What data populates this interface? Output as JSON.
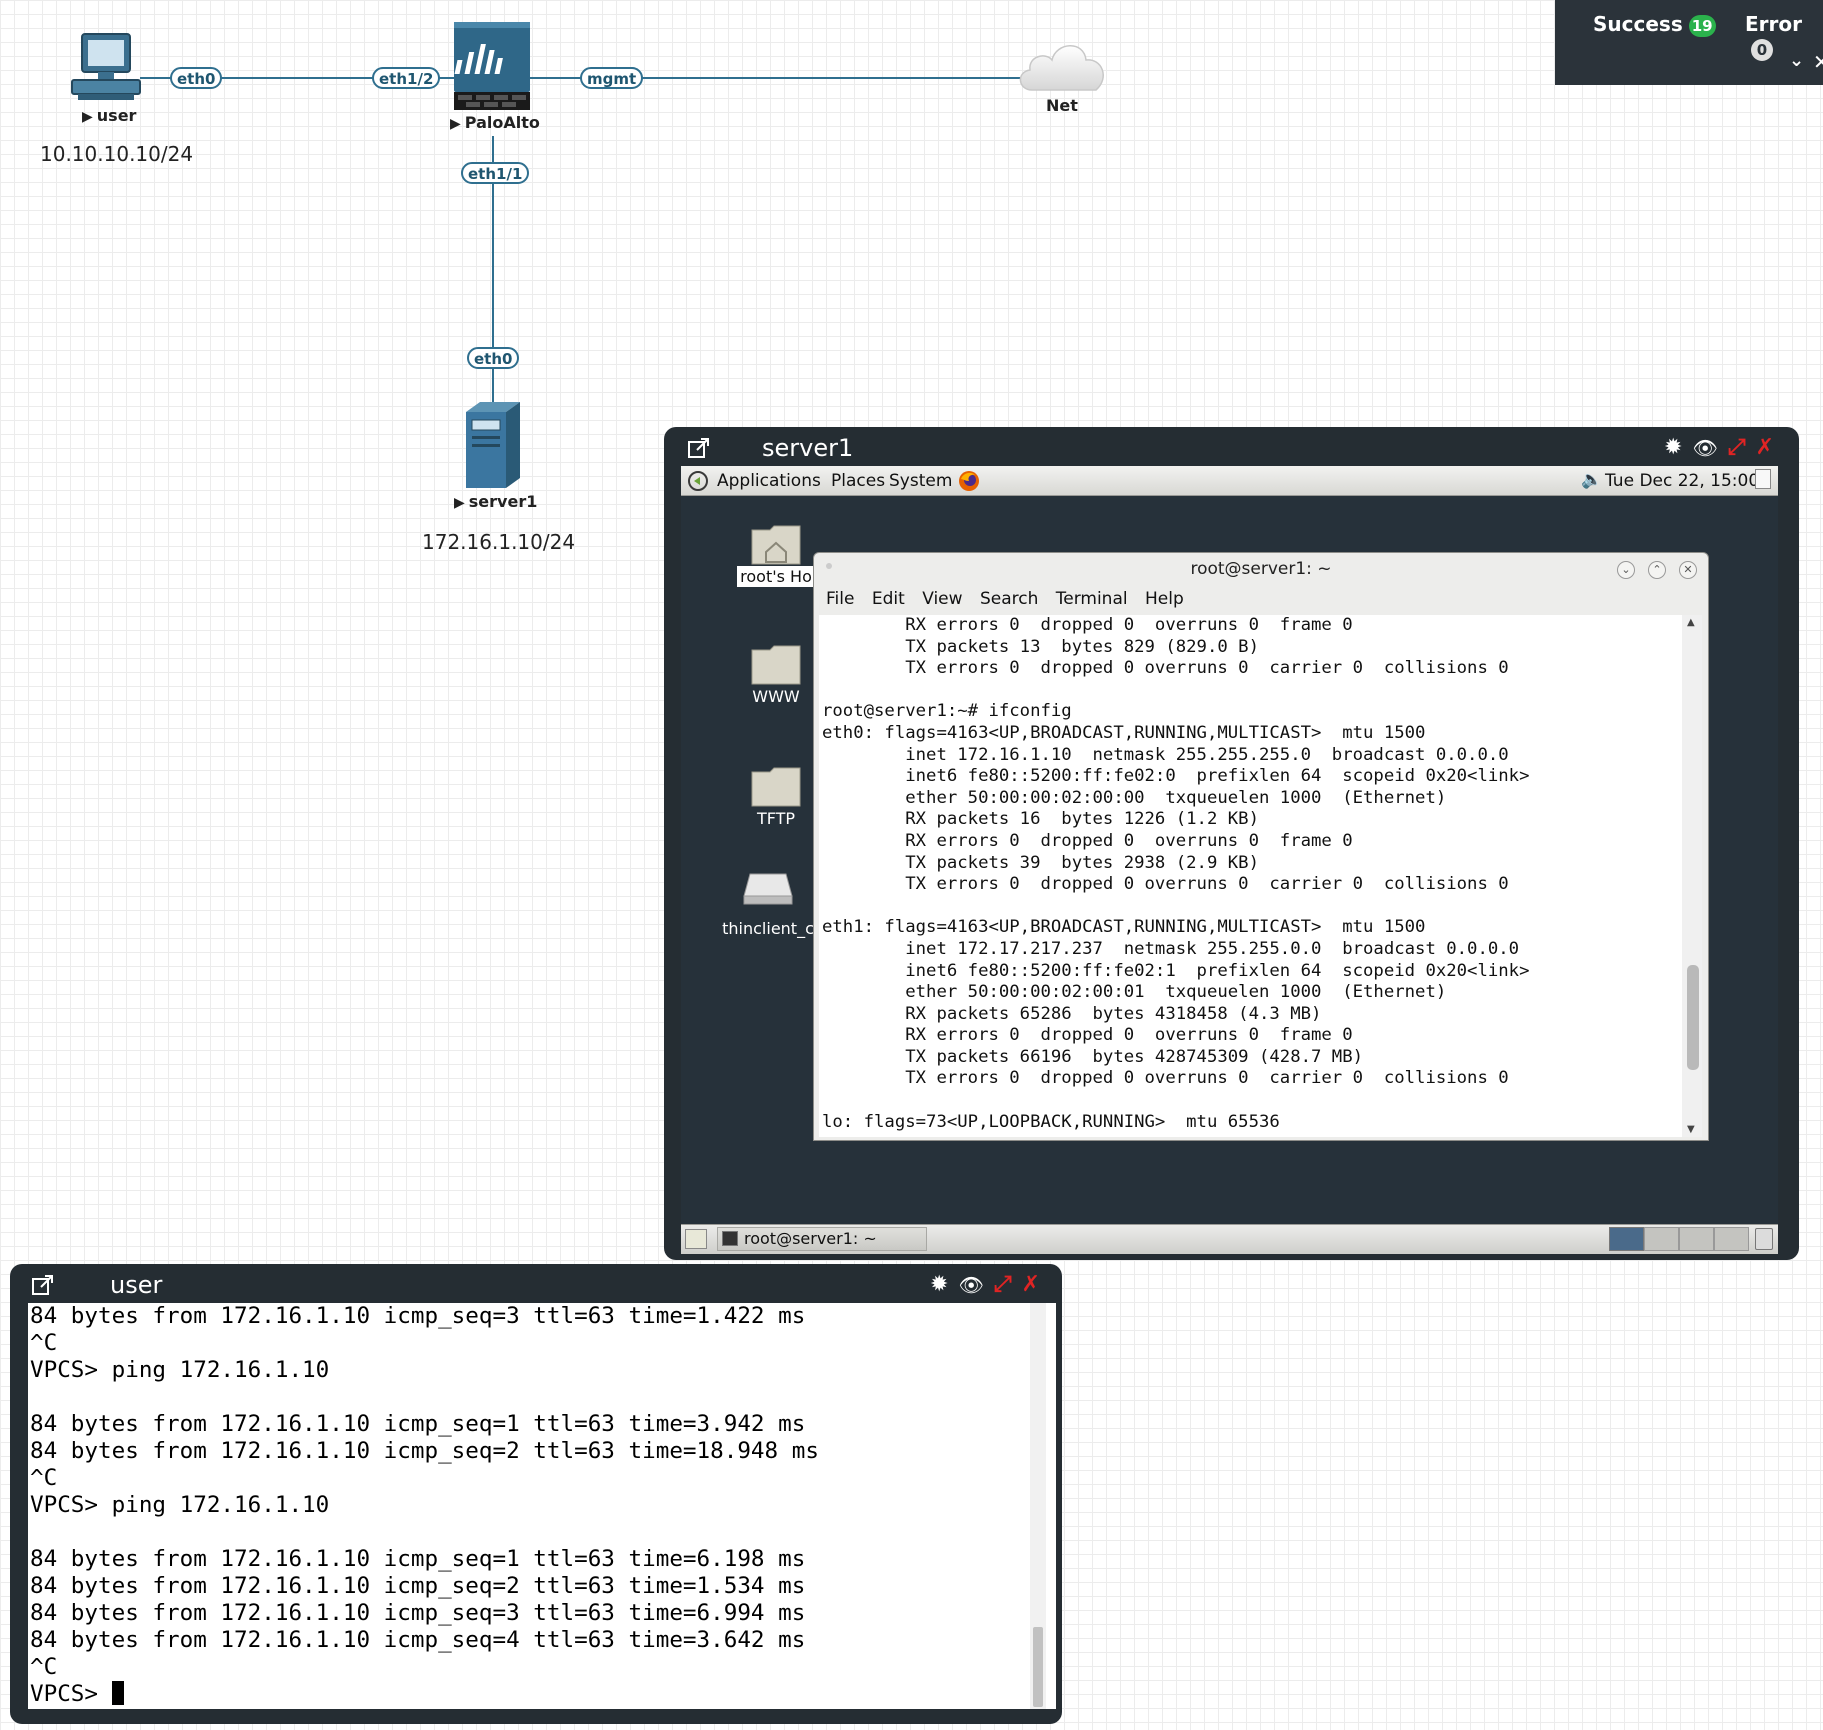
{
  "topology": {
    "nodes": {
      "user": {
        "label": "user",
        "ip": "10.10.10.10/24"
      },
      "paloalto": {
        "label": "PaloAlto"
      },
      "net": {
        "label": "Net"
      },
      "server1": {
        "label": "server1",
        "ip": "172.16.1.10/24"
      }
    },
    "interfaces": {
      "user_eth0": "eth0",
      "pa_eth1_2": "eth1/2",
      "pa_mgmt": "mgmt",
      "pa_eth1_1": "eth1/1",
      "server_eth0": "eth0"
    }
  },
  "notifications": {
    "success_label": "Success",
    "success_count": "19",
    "error_label": "Error",
    "error_count": "0"
  },
  "colors": {
    "wire": "#2f6f8f",
    "console_bg": "#252d33",
    "success_badge": "#2bb24c",
    "close_red": "#e02424"
  },
  "server_console": {
    "title": "server1",
    "panel": {
      "applications": "Applications",
      "places": "Places",
      "system": "System",
      "clock": "Tue Dec 22, 15:00"
    },
    "desktop_icons": [
      {
        "label": "root's Ho",
        "icon": "home-folder-icon"
      },
      {
        "label": "WWW",
        "icon": "folder-icon"
      },
      {
        "label": "TFTP",
        "icon": "folder-icon"
      },
      {
        "label": "thinclient_c",
        "icon": "drive-icon"
      }
    ],
    "terminal": {
      "title": "root@server1: ~",
      "menu": [
        "File",
        "Edit",
        "View",
        "Search",
        "Terminal",
        "Help"
      ],
      "lines": [
        "        RX errors 0  dropped 0  overruns 0  frame 0",
        "        TX packets 13  bytes 829 (829.0 B)",
        "        TX errors 0  dropped 0 overruns 0  carrier 0  collisions 0",
        "",
        "root@server1:~# ifconfig",
        "eth0: flags=4163<UP,BROADCAST,RUNNING,MULTICAST>  mtu 1500",
        "        inet 172.16.1.10  netmask 255.255.255.0  broadcast 0.0.0.0",
        "        inet6 fe80::5200:ff:fe02:0  prefixlen 64  scopeid 0x20<link>",
        "        ether 50:00:00:02:00:00  txqueuelen 1000  (Ethernet)",
        "        RX packets 16  bytes 1226 (1.2 KB)",
        "        RX errors 0  dropped 0  overruns 0  frame 0",
        "        TX packets 39  bytes 2938 (2.9 KB)",
        "        TX errors 0  dropped 0 overruns 0  carrier 0  collisions 0",
        "",
        "eth1: flags=4163<UP,BROADCAST,RUNNING,MULTICAST>  mtu 1500",
        "        inet 172.17.217.237  netmask 255.255.0.0  broadcast 0.0.0.0",
        "        inet6 fe80::5200:ff:fe02:1  prefixlen 64  scopeid 0x20<link>",
        "        ether 50:00:00:02:00:01  txqueuelen 1000  (Ethernet)",
        "        RX packets 65286  bytes 4318458 (4.3 MB)",
        "        RX errors 0  dropped 0  overruns 0  frame 0",
        "        TX packets 66196  bytes 428745309 (428.7 MB)",
        "        TX errors 0  dropped 0 overruns 0  carrier 0  collisions 0",
        "",
        "lo: flags=73<UP,LOOPBACK,RUNNING>  mtu 65536"
      ]
    },
    "taskbar": {
      "task": "root@server1: ~"
    }
  },
  "user_console": {
    "title": "user",
    "lines": [
      "84 bytes from 172.16.1.10 icmp_seq=3 ttl=63 time=1.422 ms",
      "^C",
      "VPCS> ping 172.16.1.10",
      "",
      "84 bytes from 172.16.1.10 icmp_seq=1 ttl=63 time=3.942 ms",
      "84 bytes from 172.16.1.10 icmp_seq=2 ttl=63 time=18.948 ms",
      "^C",
      "VPCS> ping 172.16.1.10",
      "",
      "84 bytes from 172.16.1.10 icmp_seq=1 ttl=63 time=6.198 ms",
      "84 bytes from 172.16.1.10 icmp_seq=2 ttl=63 time=1.534 ms",
      "84 bytes from 172.16.1.10 icmp_seq=3 ttl=63 time=6.994 ms",
      "84 bytes from 172.16.1.10 icmp_seq=4 ttl=63 time=3.642 ms",
      "^C"
    ],
    "prompt": "VPCS> "
  }
}
